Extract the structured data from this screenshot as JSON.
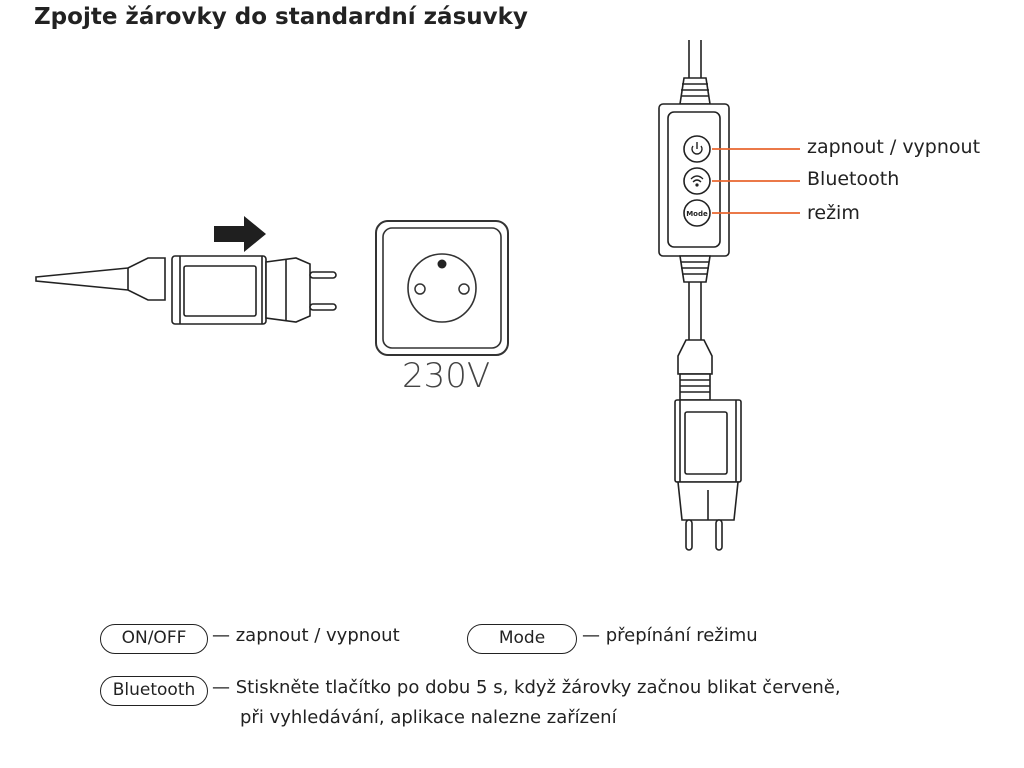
{
  "title": "Zpojte žárovky do standardní zásuvky",
  "socket": {
    "voltage": "230V"
  },
  "controller": {
    "callouts": [
      {
        "label": "zapnout / vypnout"
      },
      {
        "label": "Bluetooth"
      },
      {
        "label": "režim"
      }
    ],
    "buttons": {
      "mode_text": "Mode"
    }
  },
  "legend": {
    "onoff": {
      "key": "ON/OFF",
      "text": "— zapnout / vypnout"
    },
    "mode": {
      "key": "Mode",
      "text": "— přepínání režimu"
    },
    "bluetooth": {
      "key": "Bluetooth",
      "text_line1": "— Stiskněte tlačítko po dobu 5 s, když žárovky začnou blikat červeně,",
      "text_line2": "při vyhledávání, aplikace nalezne zařízení"
    }
  },
  "colors": {
    "callout_line": "#e8662e",
    "ink": "#222222"
  }
}
